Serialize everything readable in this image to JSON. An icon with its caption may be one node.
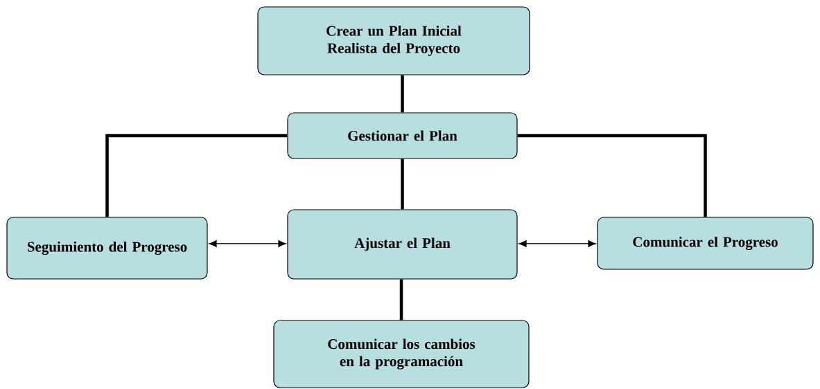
{
  "diagram": {
    "nodes": [
      {
        "text": [
          "Crear un Plan Inicial Realista del Proyecto"
        ]
      },
      {
        "text": [
          "Gestionar el Plan"
        ]
      },
      {
        "text": [
          "Seguimiento del Progreso"
        ]
      },
      {
        "text": [
          "Ajustar el Plan"
        ]
      },
      {
        "text": [
          "Comunicar el Progreso"
        ]
      },
      {
        "text": [
          "Comunicar los cambios en la  programación"
        ]
      }
    ],
    "edges": [
      {
        "from": 0,
        "to": 1,
        "arrow": "none"
      },
      {
        "from": 1,
        "to": 2,
        "arrow": "none"
      },
      {
        "from": 1,
        "to": 4,
        "arrow": "none"
      },
      {
        "from": 1,
        "to": 3,
        "arrow": "none"
      },
      {
        "from": 2,
        "to": 3,
        "arrow": "both"
      },
      {
        "from": 3,
        "to": 4,
        "arrow": "both"
      },
      {
        "from": 3,
        "to": 5,
        "arrow": "none"
      }
    ]
  }
}
